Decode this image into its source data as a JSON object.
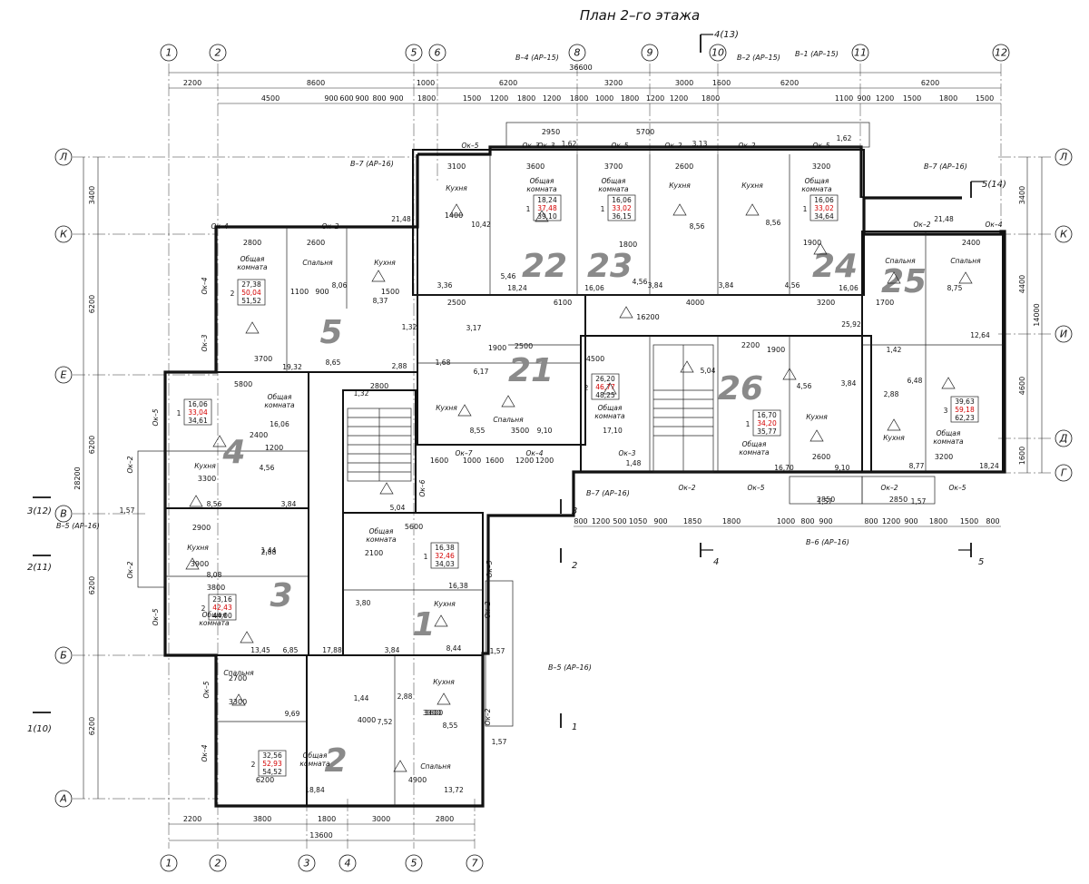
{
  "title": "План 2–го этажа",
  "axes_top": [
    "1",
    "2",
    "3",
    "4",
    "5",
    "6",
    "7",
    "8",
    "9",
    "10",
    "11",
    "12"
  ],
  "axes_side": [
    "Л",
    "К",
    "И",
    "Е",
    "Д",
    "Г",
    "В",
    "Б",
    "А"
  ],
  "dims_top_overall": "36600",
  "dims_top_row1": [
    "2200",
    "8600",
    "1000",
    "6200",
    "3200",
    "3000",
    "1600",
    "6200",
    "6200"
  ],
  "dims_top_row2": [
    "4500",
    "900",
    "600",
    "900",
    "800",
    "900",
    "1800",
    "1500",
    "1200",
    "1800",
    "1200",
    "1800",
    "1000",
    "1800",
    "1200",
    "1200",
    "1800",
    "1100",
    "900",
    "1200",
    "1500",
    "1800",
    "1500"
  ],
  "dims_left_overall": "28200",
  "dims_left_row1": [
    "3400",
    "6200",
    "6200",
    "6200",
    "6200"
  ],
  "dims_right_overall": "14000",
  "dims_right_row1": [
    "3400",
    "4400",
    "4600",
    "1600"
  ],
  "dims_bottom_overall": "13600",
  "dims_bottom_row1": [
    "2200",
    "3800",
    "1800",
    "3000",
    "2800"
  ],
  "dims_bottom_right": [
    "800",
    "1200",
    "500",
    "1050",
    "900",
    "1850",
    "1800",
    "1000",
    "800",
    "900",
    "800",
    "1200",
    "900",
    "1800",
    "1500",
    "800"
  ],
  "window_tags": [
    "Ок–4",
    "Ок–3",
    "Ок–5",
    "Ок–2",
    "Ок–5",
    "Ок–2",
    "Ок–5",
    "Ок–2",
    "Ок–4",
    "Ок–2",
    "Ок–4",
    "Ок–3",
    "Ок–5",
    "Ок–2",
    "Ок–5",
    "Ок–7",
    "Ок–4",
    "Ок–3",
    "Ок–2",
    "Ок–5",
    "Ок–2",
    "Ок–5",
    "Ок–2",
    "Ок–5",
    "Ок–3",
    "Ок–2",
    "Ок–5",
    "Ок–2",
    "Ок–4",
    "Ок–6"
  ],
  "sections": {
    "s1": "В–4 (АР–15)",
    "s2": "В–2 (АР–15)",
    "s3": "В–1 (АР–15)",
    "s4": "В–7 (АР–16)",
    "s5": "В–7 (АР–16)",
    "s6": "В–5 (АР–16)",
    "s7": "В–5 (АР–16)",
    "s8": "В–7 (АР–16)",
    "s9": "В–6 (АР–16)"
  },
  "cuts": {
    "c1": "4(13)",
    "c2": "5(14)",
    "c3": "3(12)",
    "c4": "2(11)",
    "c5": "1(10)",
    "c6": "3",
    "c7": "2",
    "c8": "1",
    "c9": "4",
    "c10": "5"
  },
  "apartments": [
    "1",
    "2",
    "3",
    "4",
    "5",
    "21",
    "22",
    "23",
    "24",
    "25",
    "26"
  ],
  "rooms": {
    "kitchen": "Кухня",
    "living": "Общая",
    "living2": "комната",
    "bedroom": "Спальня"
  },
  "area_boxes": [
    {
      "id": "a22",
      "n": "1",
      "a": "18,24",
      "b": "37,48",
      "c": "39,10"
    },
    {
      "id": "a23",
      "n": "1",
      "a": "16,06",
      "b": "33,02",
      "c": "36,15"
    },
    {
      "id": "a24",
      "n": "1",
      "a": "16,06",
      "b": "33,02",
      "c": "34,64"
    },
    {
      "id": "a5",
      "n": "2",
      "a": "27,38",
      "b": "50,04",
      "c": "51,52"
    },
    {
      "id": "a4",
      "n": "1",
      "a": "16,06",
      "b": "33,04",
      "c": "34,61"
    },
    {
      "id": "a21",
      "n": "2",
      "a": "26,20",
      "b": "46,77",
      "c": "48,25"
    },
    {
      "id": "a26",
      "n": "1",
      "a": "16,70",
      "b": "34,20",
      "c": "35,77"
    },
    {
      "id": "a25",
      "n": "3",
      "a": "39,63",
      "b": "59,18",
      "c": "62,23"
    },
    {
      "id": "a1",
      "n": "1",
      "a": "16,38",
      "b": "32,46",
      "c": "34,03"
    },
    {
      "id": "a3",
      "n": "2",
      "a": "23,16",
      "b": "42,43",
      "c": "44,00"
    },
    {
      "id": "a2",
      "n": "2",
      "a": "32,56",
      "b": "52,93",
      "c": "54,52"
    }
  ],
  "small_areas": [
    "10,42",
    "5,46",
    "3,36",
    "18,24",
    "16,06",
    "4,56",
    "3,84",
    "8,56",
    "3,84",
    "4,56",
    "16,06",
    "8,56",
    "1,62",
    "3,13",
    "1,62",
    "21,48",
    "21,48",
    "8,06",
    "8,37",
    "1,32",
    "19,32",
    "8,65",
    "2,88",
    "1,32",
    "1,68",
    "3,17",
    "8,55",
    "9,10",
    "17,10",
    "1,48",
    "5,04",
    "5,04",
    "25,92",
    "12,64",
    "1,42",
    "6,48",
    "2,88",
    "8,75",
    "16,06",
    "16,70",
    "4,56",
    "3,84",
    "9,10",
    "8,77",
    "18,24",
    "1,57",
    "1,57",
    "2,88",
    "1,44",
    "8,08",
    "13,45",
    "6,85",
    "17,88",
    "3,80",
    "3,84",
    "8,44",
    "16,38",
    "1,57",
    "1,44",
    "2,88",
    "7,52",
    "8,55",
    "9,69",
    "18,84",
    "13,72",
    "1,57",
    "8,56",
    "3,84",
    "4,56",
    "1,57",
    "6,17"
  ],
  "dims_inner": [
    "3100",
    "3600",
    "3700",
    "2600",
    "3200",
    "1400",
    "2800",
    "2600",
    "1100",
    "900",
    "1500",
    "3700",
    "5800",
    "2500",
    "2400",
    "3300",
    "1200",
    "3800",
    "2900",
    "3900",
    "6200",
    "4900",
    "5600",
    "2100",
    "3300",
    "3600",
    "4000",
    "3300",
    "2700",
    "2800",
    "4500",
    "6100",
    "16200",
    "4000",
    "3200",
    "2200",
    "3500",
    "1900",
    "2600",
    "1700",
    "3200",
    "2400",
    "2850",
    "2850",
    "5700",
    "2950",
    "1800",
    "1900",
    "1900",
    "2500",
    "1000",
    "1600",
    "1200",
    "1600",
    "1200"
  ]
}
